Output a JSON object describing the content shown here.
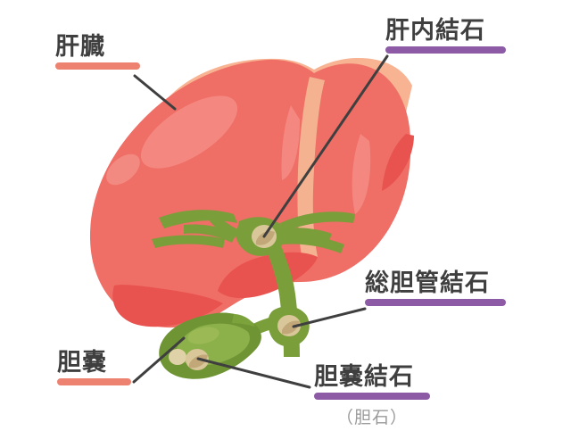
{
  "figure": {
    "title_visible": false,
    "background_color": "#ffffff",
    "labels": [
      {
        "id": "liver",
        "text": "肝臓",
        "sub": "",
        "rule_color": "#ed8270",
        "category": "organ",
        "leader_from": [
          151,
          85
        ],
        "leader_to": [
          196,
          122
        ]
      },
      {
        "id": "intrahepatic_stone",
        "text": "肝内結石",
        "sub": "",
        "rule_color": "#8d5ba5",
        "category": "stone",
        "leader_from": [
          434,
          63
        ],
        "leader_to": [
          296,
          265
        ]
      },
      {
        "id": "common_bile_duct_stone",
        "text": "総胆管結石",
        "sub": "",
        "rule_color": "#8d5ba5",
        "category": "stone",
        "leader_from": [
          409,
          346
        ],
        "leader_to": [
          329,
          366
        ]
      },
      {
        "id": "gallbladder",
        "text": "胆嚢",
        "sub": "",
        "rule_color": "#ed8270",
        "category": "organ",
        "leader_from": [
          150,
          428
        ],
        "leader_to": [
          206,
          379
        ]
      },
      {
        "id": "gallbladder_stone",
        "text": "胆嚢結石",
        "sub": "（胆石）",
        "rule_color": "#8d5ba5",
        "category": "stone",
        "leader_from": [
          347,
          434
        ],
        "leader_to": [
          222,
          402
        ]
      }
    ],
    "anatomy": {
      "liver": {
        "name": "liver",
        "fill": "#ef6e66",
        "highlight": "#f2847e",
        "shadow": "#e8534f",
        "top_edge": "#f7b18f",
        "ligament": "#f5b291"
      },
      "biliary_tree": {
        "name": "bile-ducts",
        "fill": "#7a9e3a",
        "highlight": "#95b84a"
      },
      "gallbladder": {
        "name": "gallbladder",
        "fill": "#6f9434",
        "highlight": "#8cb04a"
      },
      "stones": {
        "name": "gallstones",
        "fill": "#d9c79a",
        "shade": "#c2a878",
        "count_gallbladder": 2,
        "count_common_duct": 1,
        "count_intrahepatic": 1
      },
      "leader_line_color": "#3f3f3f"
    }
  }
}
